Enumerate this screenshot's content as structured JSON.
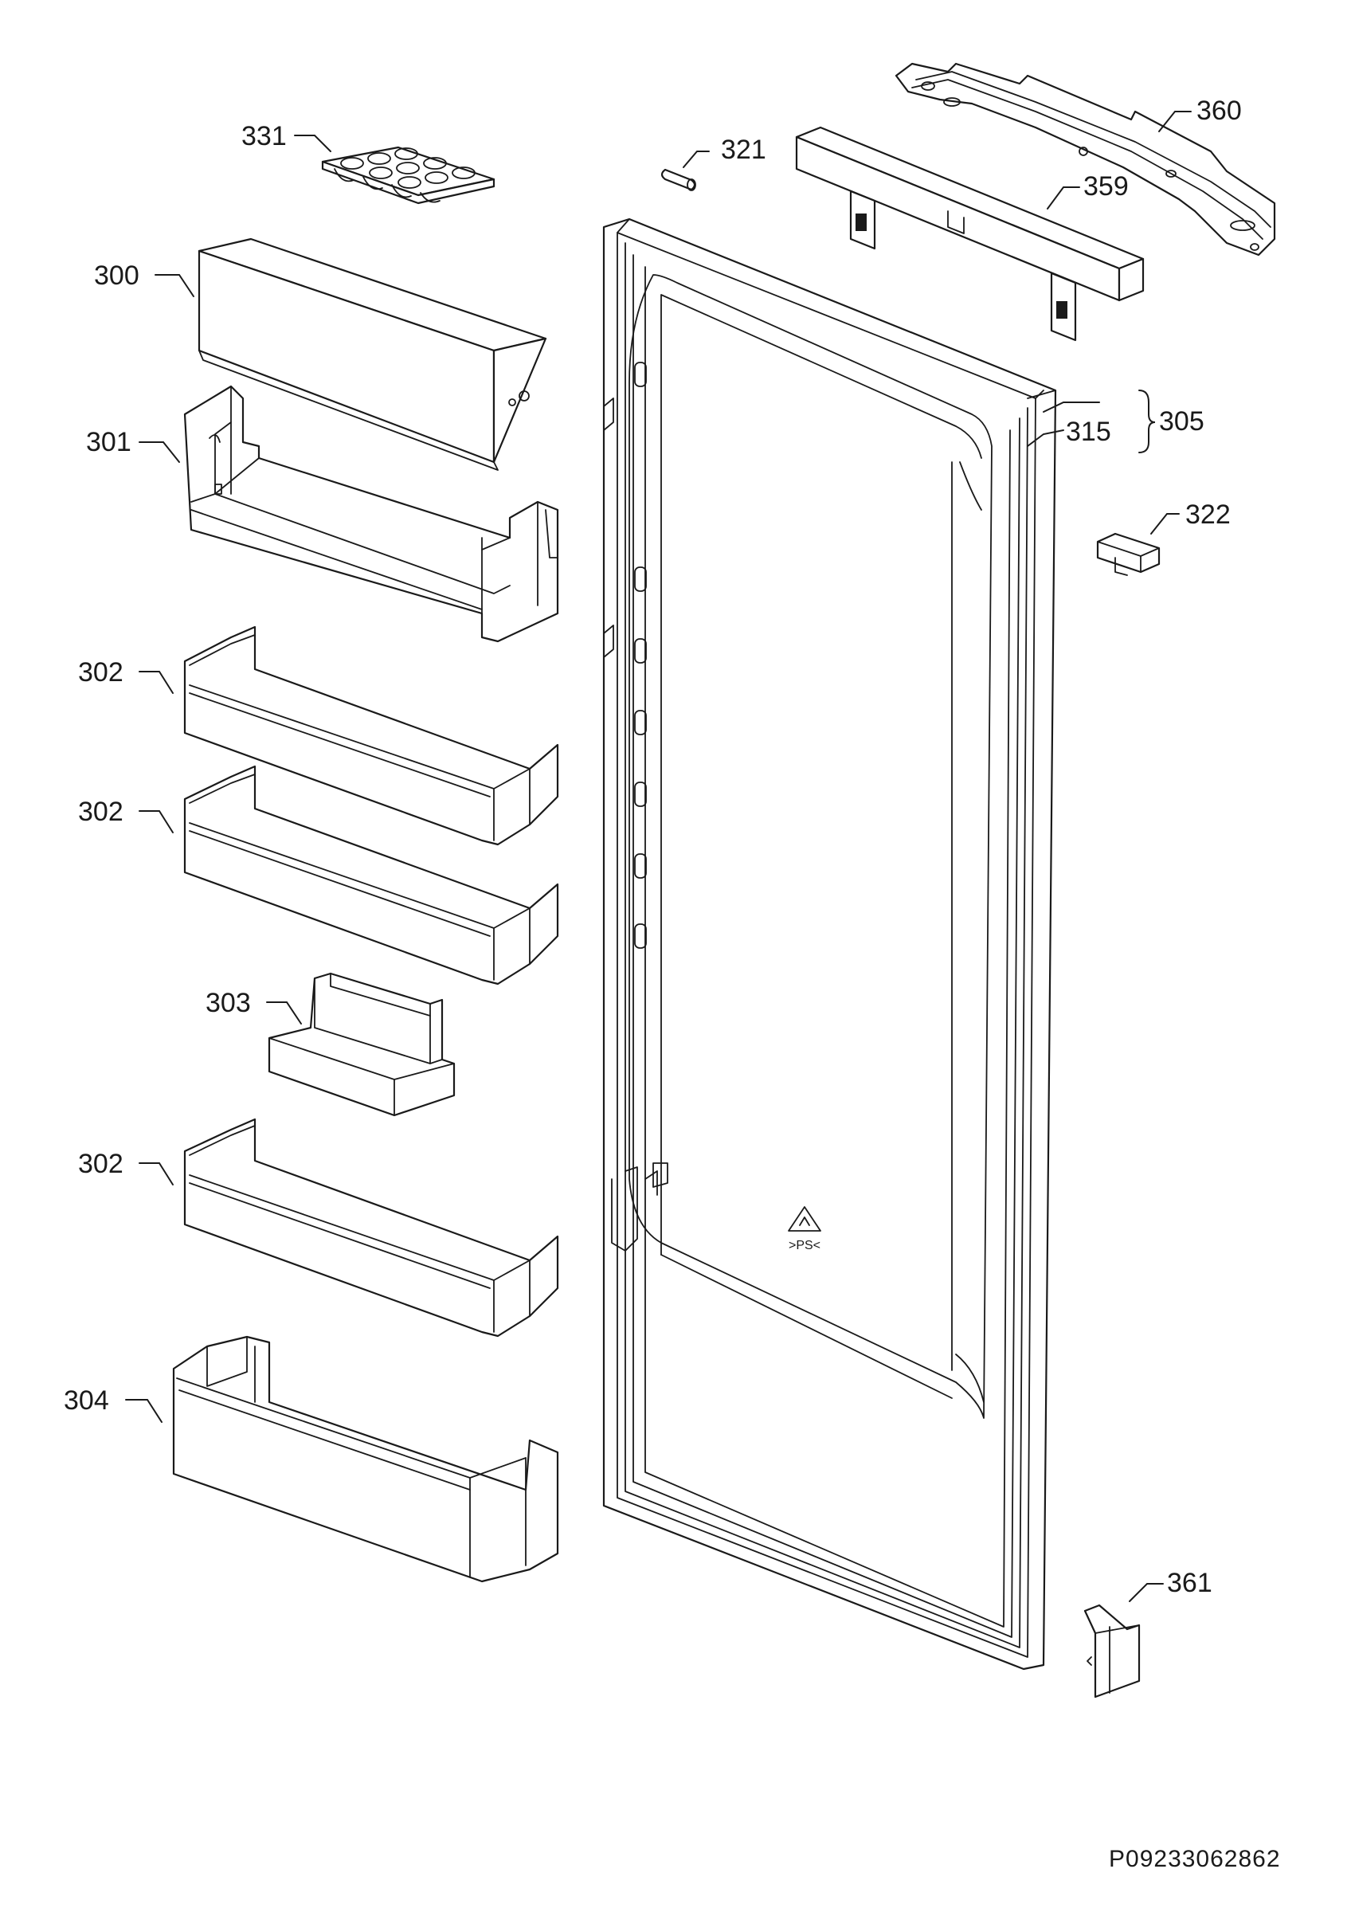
{
  "labels": {
    "l331": "331",
    "l321": "321",
    "l360": "360",
    "l359": "359",
    "l300": "300",
    "l301": "301",
    "l305": "305",
    "l315": "315",
    "l322": "322",
    "l302a": "302",
    "l302b": "302",
    "l303": "303",
    "l302c": "302",
    "l304": "304",
    "l361": "361"
  },
  "drawing_code": "P09233062862",
  "recycling_mark": ">PS<"
}
